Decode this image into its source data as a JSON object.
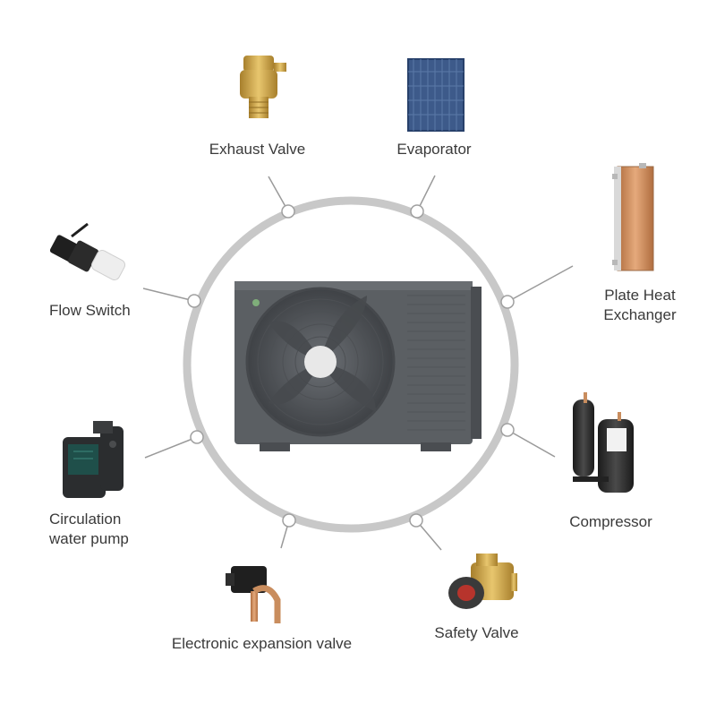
{
  "components": {
    "exhaust_valve": {
      "label": "Exhaust Valve",
      "icon": "exhaust-valve-icon"
    },
    "evaporator": {
      "label": "Evaporator",
      "icon": "evaporator-icon"
    },
    "plate_heat_exchanger": {
      "label_line1": "Plate Heat",
      "label_line2": "Exchanger",
      "icon": "plate-heat-exchanger-icon"
    },
    "compressor": {
      "label": "Compressor",
      "icon": "compressor-icon"
    },
    "safety_valve": {
      "label": "Safety Valve",
      "icon": "safety-valve-icon"
    },
    "electronic_expansion_valve": {
      "label": "Electronic expansion valve",
      "icon": "expansion-valve-icon"
    },
    "circulation_water_pump": {
      "label_line1": "Circulation",
      "label_line2": "water pump",
      "icon": "water-pump-icon"
    },
    "flow_switch": {
      "label": "Flow Switch",
      "icon": "flow-switch-icon"
    }
  },
  "colors": {
    "ring": "#c8c8c8",
    "unit_body": "#5b5f63",
    "brass": "#c9a24a",
    "copper": "#c98d5e",
    "evaporator_blue": "#3d5a8a",
    "text": "#3a3a3a"
  }
}
